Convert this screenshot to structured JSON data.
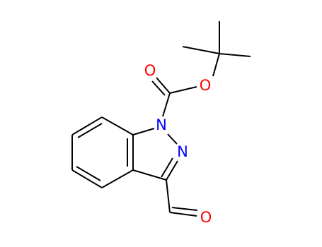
{
  "molecule": {
    "atoms": [
      {
        "id": "n1",
        "symbol": "N",
        "element": "nitrogen",
        "color": "#0000FF"
      },
      {
        "id": "n2",
        "symbol": "N",
        "element": "nitrogen",
        "color": "#0000FF"
      },
      {
        "id": "o-carbonyl",
        "symbol": "O",
        "element": "oxygen",
        "color": "#FF0000"
      },
      {
        "id": "o-ester",
        "symbol": "O",
        "element": "oxygen",
        "color": "#FF0000"
      },
      {
        "id": "o-aldehyde",
        "symbol": "O",
        "element": "oxygen",
        "color": "#FF0000"
      }
    ],
    "bond_color": "#000000"
  }
}
